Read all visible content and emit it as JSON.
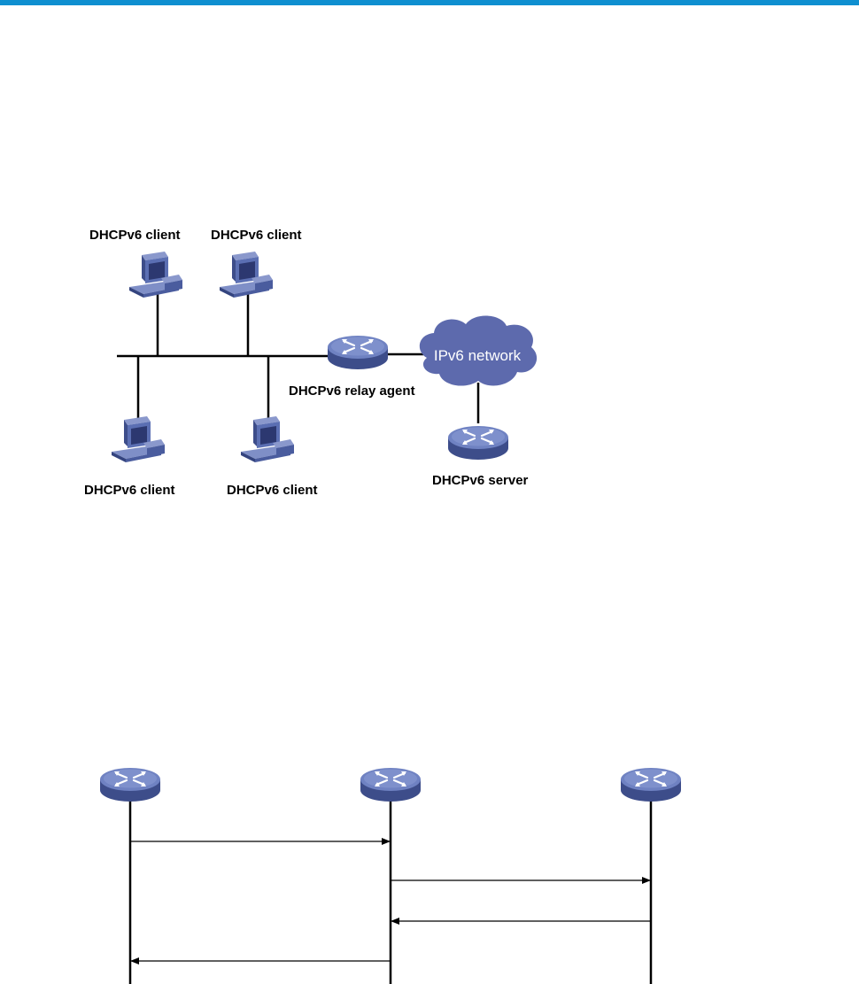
{
  "colors": {
    "accent": "#0e8fd0",
    "device_blue": "#5b6fb3",
    "cloud": "#5d6aad",
    "line": "#000000"
  },
  "topology": {
    "clients": [
      {
        "label": "DHCPv6 client",
        "icon": "computer-icon"
      },
      {
        "label": "DHCPv6 client",
        "icon": "computer-icon"
      },
      {
        "label": "DHCPv6 client",
        "icon": "computer-icon"
      },
      {
        "label": "DHCPv6 client",
        "icon": "computer-icon"
      }
    ],
    "relay_agent": {
      "label": "DHCPv6 relay agent",
      "icon": "router-icon"
    },
    "network": {
      "label": "IPv6 network",
      "icon": "cloud-icon"
    },
    "server": {
      "label": "DHCPv6 server",
      "icon": "router-icon"
    }
  },
  "sequence": {
    "participants": [
      {
        "icon": "router-icon"
      },
      {
        "icon": "router-icon"
      },
      {
        "icon": "router-icon"
      }
    ],
    "messages": [
      {
        "from": 0,
        "to": 1
      },
      {
        "from": 1,
        "to": 2
      },
      {
        "from": 2,
        "to": 1
      },
      {
        "from": 1,
        "to": 0
      }
    ]
  }
}
